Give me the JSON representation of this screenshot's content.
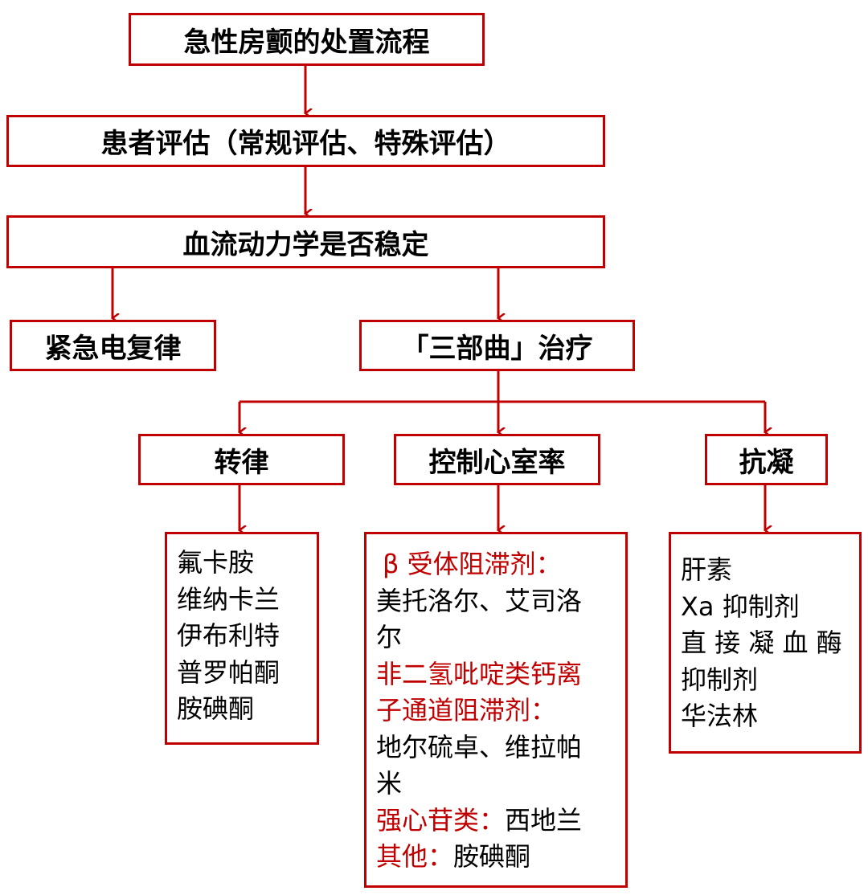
{
  "title": "急性房颤的处置流程",
  "assessment": "患者评估（常规评估、特殊评估）",
  "hemodynamics": "血流动力学是否稳定",
  "unstable_branch": "紧急电复律",
  "stable_branch": "「三部曲」治疗",
  "steps": {
    "rhythm": "转律",
    "rate": "控制心室率",
    "anticoag": "抗凝"
  },
  "rhythm_drugs": [
    "氟卡胺",
    "维纳卡兰",
    "伊布利特",
    "普罗帕酮",
    "胺碘酮"
  ],
  "rate_drugs": {
    "beta_label": "β 受体阻滞剂：",
    "beta_drugs_1": "美托洛尔、艾司洛",
    "beta_drugs_2": "尔",
    "ccb_label_1": "非二氢吡啶类钙离",
    "ccb_label_2": "子通道阻滞剂：",
    "ccb_drugs_1": "地尔硫卓、维拉帕",
    "ccb_drugs_2": "米",
    "glyco_label": "强心苷类：",
    "glyco_drug": "西地兰",
    "other_label": "其他：",
    "other_drug": "胺碘酮"
  },
  "anticoag_drugs": [
    "肝素",
    "Xa 抑制剂",
    "直 接 凝 血 酶",
    "抑制剂",
    "华法林"
  ],
  "colors": {
    "accent": "#c00000",
    "text": "#000000"
  }
}
